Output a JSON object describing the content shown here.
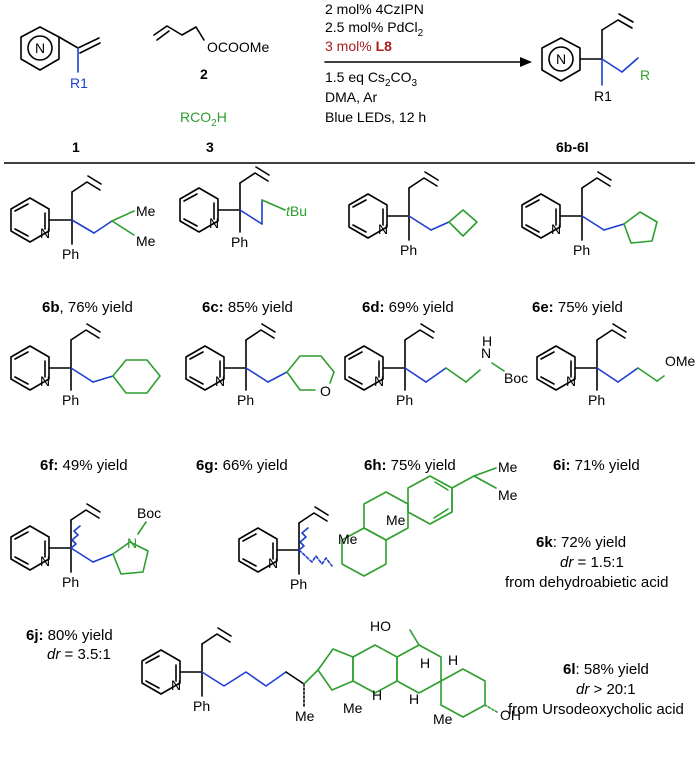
{
  "colors": {
    "black": "#000000",
    "blue": "#1c3fd0",
    "green": "#2e9e2e",
    "red": "#a41e1e"
  },
  "scheme": {
    "reactant1": {
      "ring_label": "N",
      "r_label": "R1",
      "id": "1"
    },
    "reactant2": {
      "group": "OCOOMe",
      "id": "2"
    },
    "reactant3": {
      "formula_main": "RCO",
      "formula_sub": "2",
      "formula_end": "H",
      "id": "3"
    },
    "conditions": {
      "line1": "2 mol% 4CzIPN",
      "line2_main": "2.5 mol% PdCl",
      "line2_sub": "2",
      "line3_main": "3 mol% ",
      "line3_bold": "L8",
      "line4_main": "1.5 eq Cs",
      "line4_sub": "2",
      "line4_mid": "CO",
      "line4_sub2": "3",
      "line5": "DMA, Ar",
      "line6": "Blue LEDs, 12 h"
    },
    "product": {
      "ring_label": "N",
      "r_label": "R1",
      "r_group": "R",
      "id": "6b-6l"
    }
  },
  "atoms": {
    "N": "N",
    "Ph": "Ph",
    "Me": "Me",
    "tBu_t": "t",
    "tBu_Bu": "Bu",
    "O": "O",
    "H": "H",
    "Boc": "Boc",
    "OMe": "OMe",
    "OH": "OH",
    "HO": "HO"
  },
  "compounds": {
    "6b": {
      "id": "6b",
      "text": ", 76% yield"
    },
    "6c": {
      "id": "6c:",
      "text": " 85% yield"
    },
    "6d": {
      "id": "6d:",
      "text": " 69% yield"
    },
    "6e": {
      "id": "6e:",
      "text": " 75% yield"
    },
    "6f": {
      "id": "6f:",
      "text": " 49% yield"
    },
    "6g": {
      "id": "6g:",
      "text": " 66% yield"
    },
    "6h": {
      "id": "6h:",
      "text": " 75% yield"
    },
    "6i": {
      "id": "6i:",
      "text": " 71% yield"
    },
    "6j": {
      "id": "6j:",
      "text": " 80% yield",
      "dr_label": "dr",
      "dr_value": " = 3.5:1"
    },
    "6k": {
      "id": "6k",
      "text": ": 72% yield",
      "dr_label": "dr",
      "dr_value": " = 1.5:1",
      "source": "from dehydroabietic acid"
    },
    "6l": {
      "id": "6l",
      "text": ": 58% yield",
      "dr_label": "dr",
      "dr_value": " > 20:1",
      "source": "from Ursodeoxycholic acid"
    }
  }
}
